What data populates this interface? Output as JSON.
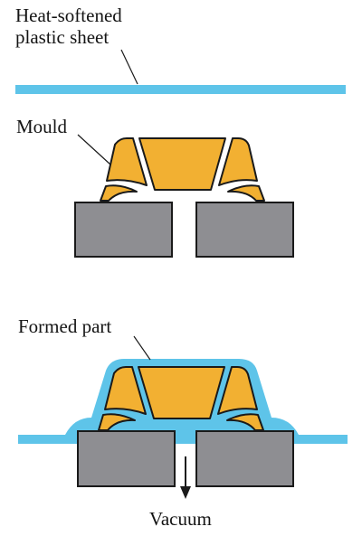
{
  "labels": {
    "sheet_line1": "Heat-softened",
    "sheet_line2": "plastic sheet",
    "mould": "Mould",
    "formed_part": "Formed part",
    "vacuum": "Vacuum"
  },
  "colors": {
    "plastic": "#5ec4e9",
    "mould": "#f2b032",
    "mould_outline": "#1a1a1a",
    "base": "#8e8e92",
    "base_outline": "#1a1a1a",
    "text": "#141414",
    "background": "#ffffff"
  }
}
